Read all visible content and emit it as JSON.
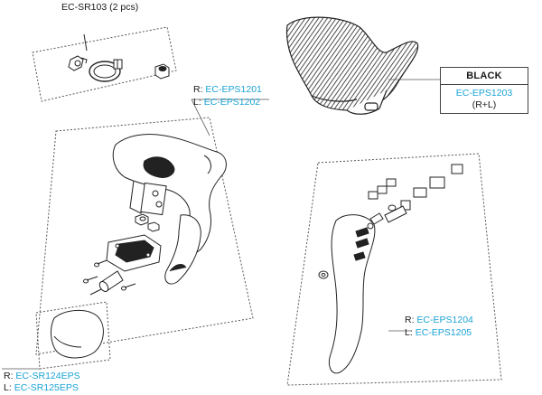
{
  "labels": {
    "sr103": "EC-SR103 (2 pcs)",
    "eps1201_prefix": "R:",
    "eps1201": "EC-EPS1201",
    "eps1202_prefix": "L:",
    "eps1202": "EC-EPS1202",
    "eps1204_prefix": "R:",
    "eps1204": "EC-EPS1204",
    "eps1205_prefix": "L:",
    "eps1205": "EC-EPS1205",
    "sr124_prefix": "R:",
    "sr124": "EC-SR124EPS",
    "sr125_prefix": "L:",
    "sr125": "EC-SR125EPS"
  },
  "hood_box": {
    "color_label": "BLACK",
    "part": "EC-EPS1203",
    "side": "(R+L)"
  },
  "colors": {
    "part_code": "#1aa3d6",
    "line": "#1a1a1a"
  }
}
